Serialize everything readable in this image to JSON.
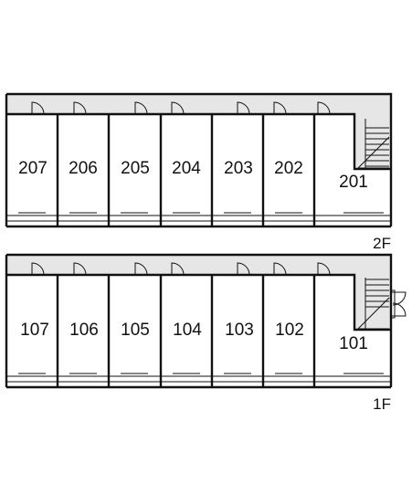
{
  "floors": [
    {
      "label": "2F",
      "units": [
        "207",
        "206",
        "205",
        "204",
        "203",
        "202",
        "201"
      ]
    },
    {
      "label": "1F",
      "units": [
        "107",
        "106",
        "105",
        "104",
        "103",
        "102",
        "101"
      ]
    }
  ],
  "colors": {
    "corridor": "#e6e6e6",
    "line": "#111111",
    "background": "#ffffff"
  },
  "icons": [
    "door-swing-icon",
    "staircase-icon",
    "balcony-window-icon",
    "entrance-door-icon"
  ]
}
